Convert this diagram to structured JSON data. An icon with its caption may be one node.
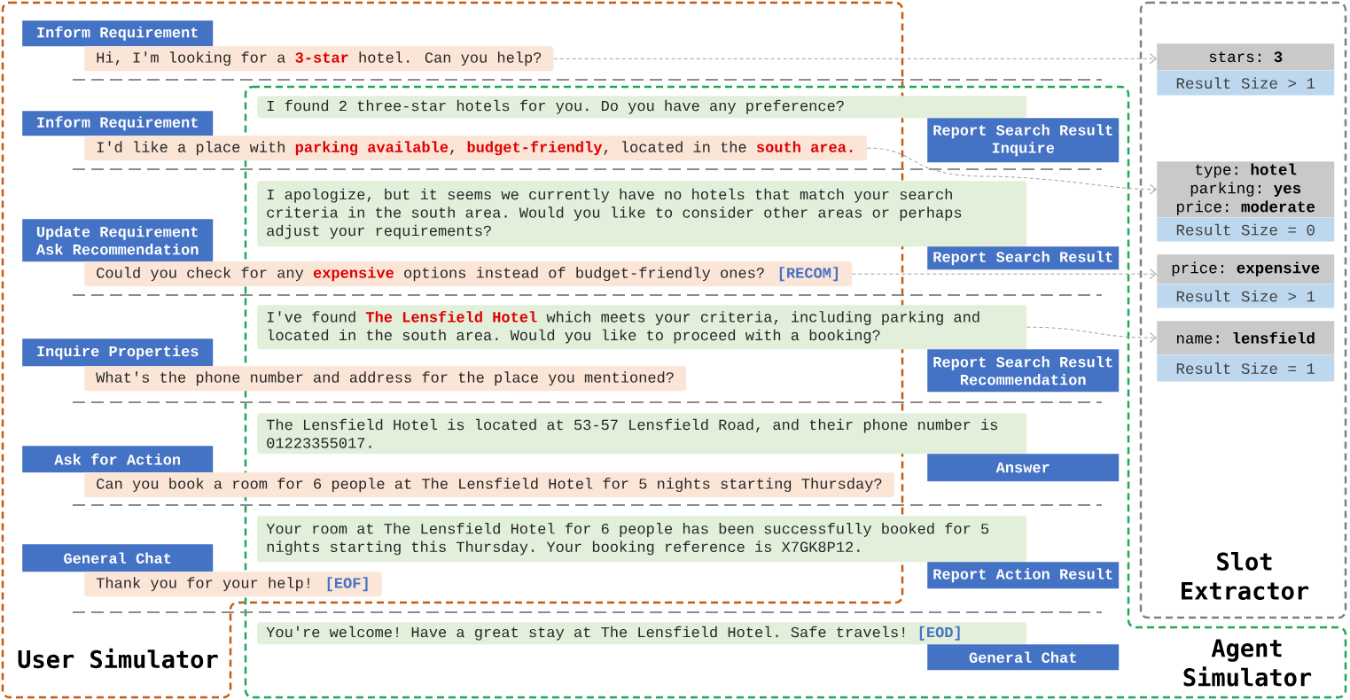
{
  "diagram": {
    "nodes": [
      {
        "text": [
          "User Simulator"
        ]
      },
      {
        "text": [
          "Inform Requirement"
        ],
        "in": 0
      },
      {
        "text": [
          "Hi, I'm looking for a **3-star** hotel. Can you help?"
        ],
        "in": 0
      },
      {
        "text": [
          "Inform Requirement"
        ],
        "in": 0
      },
      {
        "text": [
          "I'd like a place with **parking available**, **budget-friendly**, located in the **south area.**"
        ],
        "in": 0
      },
      {
        "text": [
          "Update Requirement",
          "Ask Recommendation"
        ],
        "in": 0
      },
      {
        "text": [
          "Could you check for any **expensive** options instead of budget-friendly ones?",
          "[RECOM]"
        ],
        "in": 0
      },
      {
        "text": [
          "Inquire Properties"
        ],
        "in": 0
      },
      {
        "text": [
          "What's the phone number and address for the place you mentioned?"
        ],
        "in": 0
      },
      {
        "text": [
          "Ask for Action"
        ],
        "in": 0
      },
      {
        "text": [
          "Can you book a room for 6 people at The Lensfield Hotel for 5 nights starting Thursday?"
        ],
        "in": 0
      },
      {
        "text": [
          "General Chat"
        ],
        "in": 0
      },
      {
        "text": [
          "Thank you for your help!",
          "[EOF]"
        ],
        "in": 0
      },
      {
        "text": [
          "Agent Simulator"
        ]
      },
      {
        "text": [
          "I found 2 three-star hotels for you. Do you have any preference?"
        ],
        "in": 13
      },
      {
        "text": [
          "Report Search Result",
          "Inquire"
        ],
        "in": 13
      },
      {
        "text": [
          "I apologize, but it seems we currently have no hotels that match your search criteria in the south area. Would you like to consider other areas or perhaps adjust your requirements?"
        ],
        "in": 13
      },
      {
        "text": [
          "Report Search Result"
        ],
        "in": 13
      },
      {
        "text": [
          "I've found **The Lensfield Hotel** which meets your criteria, including parking and located in the south area. Would you like to proceed with a booking?"
        ],
        "in": 13
      },
      {
        "text": [
          "Report Search Result",
          "Recommendation"
        ],
        "in": 13
      },
      {
        "text": [
          "The Lensfield Hotel is located at 53-57 Lensfield Road, and their phone number is 01223355017."
        ],
        "in": 13
      },
      {
        "text": [
          "Answer"
        ],
        "in": 13
      },
      {
        "text": [
          "Your room at The Lensfield Hotel for 6 people has been successfully booked for 5 nights starting this Thursday. Your booking reference is X7GK8P12."
        ],
        "in": 13
      },
      {
        "text": [
          "Report Action Result"
        ],
        "in": 13
      },
      {
        "text": [
          "You're welcome! Have a great stay at The Lensfield Hotel. Safe travels!",
          "[EOD]"
        ],
        "in": 13
      },
      {
        "text": [
          "General Chat"
        ],
        "in": 13
      },
      {
        "text": [
          "Slot Extractor"
        ]
      },
      {
        "text": [
          "stars: **3**",
          "Result Size > 1"
        ],
        "in": 26
      },
      {
        "text": [
          "type: **hotel**",
          "parking: **yes**",
          "price: **moderate**",
          "Result Size = 0"
        ],
        "in": 26
      },
      {
        "text": [
          "price: **expensive**",
          "Result Size > 1"
        ],
        "in": 26
      },
      {
        "text": [
          "name: **lensfield**",
          "Result Size = 1"
        ],
        "in": 26
      }
    ],
    "edges": [
      {
        "from": 2,
        "to": 27,
        "arrow": "to",
        "style": "dashed"
      },
      {
        "from": 4,
        "to": 28,
        "arrow": "to",
        "style": "dashed"
      },
      {
        "from": 6,
        "to": 29,
        "arrow": "to",
        "style": "dashed"
      },
      {
        "from": 18,
        "to": 30,
        "arrow": "to",
        "style": "dashed"
      }
    ]
  }
}
